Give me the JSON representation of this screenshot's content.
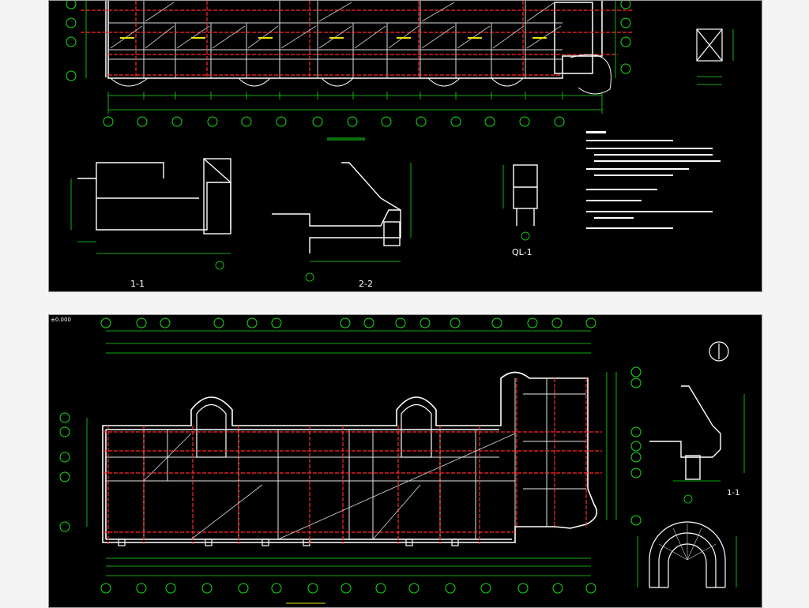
{
  "sheet_top": {
    "detail_1_label": "1-1",
    "detail_2_label": "2-2",
    "detail_ql_label": "QL-1"
  },
  "sheet_bottom": {
    "corner_label": "±0.000",
    "detail_1_label": "1-1"
  },
  "colors": {
    "background": "#000000",
    "axis_green": "#16e016",
    "beam_red": "#ff2a2a",
    "wall_white": "#ffffff"
  }
}
